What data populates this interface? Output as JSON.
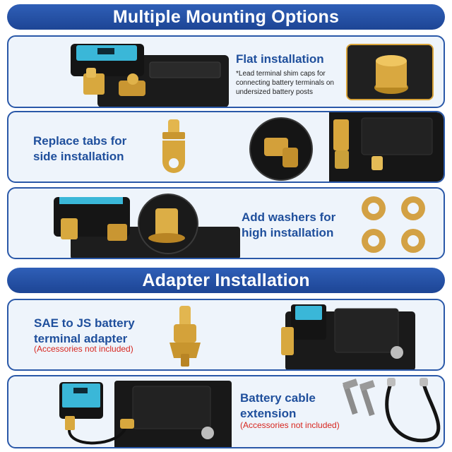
{
  "sections": [
    {
      "title": "Multiple Mounting Options"
    },
    {
      "title": "Adapter Installation"
    }
  ],
  "panels": {
    "flat": {
      "title": "Flat installation",
      "note": "*Lead terminal shim caps for connecting battery terminals on undersized battery posts"
    },
    "side": {
      "title": "Replace tabs for side installation"
    },
    "washers": {
      "title": "Add washers for high installation"
    },
    "sae": {
      "title": "SAE to JS battery terminal adapter",
      "note": "(Accessories not included)"
    },
    "cable": {
      "title": "Battery cable extension",
      "note": "(Accessories not included)"
    }
  },
  "colors": {
    "brand_blue": "#1f4f9c",
    "panel_bg": "#eef4fb",
    "note_red": "#d7261f",
    "brass": "#d6a63a"
  },
  "icons": [
    "battery-monitor-device",
    "brass-terminal",
    "brass-tab",
    "washer",
    "bolt",
    "battery-cable",
    "magnifier-circle"
  ]
}
